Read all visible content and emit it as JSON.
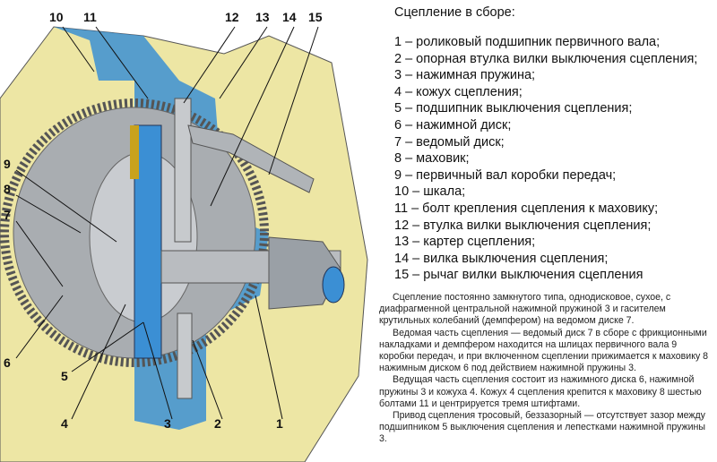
{
  "title": "Сцепление в сборе:",
  "legend": [
    "1 – роликовый подшипник первичного вала;",
    "2 – опорная втулка вилки выключения сцепления;",
    "3 – нажимная пружина;",
    "4 – кожух сцепления;",
    "5 – подшипник выключения сцепления;",
    "6 – нажимной диск;",
    "7 – ведомый диск;",
    "8 – маховик;",
    "9 – первичный вал коробки передач;",
    "10 – шкала;",
    "11 – болт крепления сцепления к маховику;",
    "12 – втулка вилки выключения сцепления;",
    "13 – картер сцепления;",
    "14 – вилка выключения сцепления;",
    "15 – рычаг вилки выключения сцепления"
  ],
  "labels": {
    "n1": "1",
    "n2": "2",
    "n3": "3",
    "n4": "4",
    "n5": "5",
    "n6": "6",
    "n7": "7",
    "n8": "8",
    "n9": "9",
    "n10": "10",
    "n11": "11",
    "n12": "12",
    "n13": "13",
    "n14": "14",
    "n15": "15"
  },
  "description": [
    "Сцепление постоянно замкнутого типа, однодисковое, сухое, с диафрагменной центральной нажимной пружиной 3 и гасителем крутильных колебаний (демпфером) на ведомом диске 7.",
    "Ведомая часть сцепления — ведомый диск 7 в сборе с фрикционными накладками и демпфером находится на шлицах первичного вала 9 коробки передач, и при включенном сцеплении прижимается к маховику 8 нажимным диском 6 под действием нажимной пружины 3.",
    "Ведущая часть сцепления состоит из нажимного диска 6, нажимной пружины 3 и кожуха 4. Кожух 4 сцепления крепится к маховику 8 шестью болтами 11 и центрируется тремя штифтами.",
    "Привод сцепления тросовый, беззазорный — отсутствует зазор между подшипником 5 выключения сцепления и лепестками нажимной пружины 3."
  ],
  "colors": {
    "housing": "#ede6a4",
    "blue": "#3b8fd4",
    "steel": "#b9bcc0",
    "dark": "#4a4a4a"
  }
}
